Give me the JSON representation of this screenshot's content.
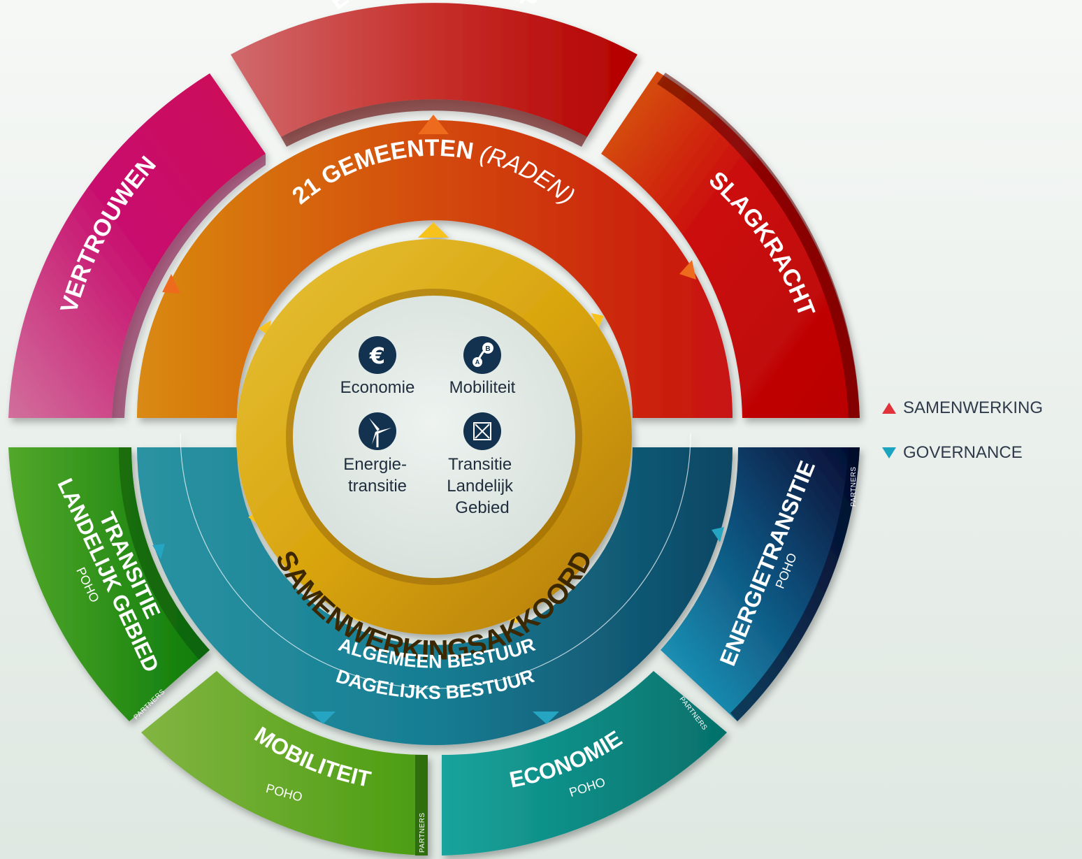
{
  "outer_ring": {
    "top": "EIGENAARSCHAP",
    "left": "VERTROUWEN",
    "right": "SLAGKRACHT"
  },
  "middle_ring": {
    "title": "21 GEMEENTEN",
    "title_suffix": "(RADEN)"
  },
  "governance_ring": {
    "line1": "ALGEMEEN BESTUUR",
    "line2": "DAGELIJKS BESTUUR"
  },
  "core_ring": {
    "title": "SAMENWERKINGSAKKOORD"
  },
  "center_topics": [
    {
      "icon": "euro-icon",
      "label": "Economie"
    },
    {
      "icon": "route-ab-icon",
      "label": "Mobiliteit"
    },
    {
      "icon": "wind-turbine-icon",
      "label_lines": [
        "Energie-",
        "transitie"
      ]
    },
    {
      "icon": "expand-arrows-icon",
      "label_lines": [
        "Transitie",
        "Landelijk",
        "Gebied"
      ]
    }
  ],
  "bottom_segments": {
    "transitie": {
      "title_lines": [
        "TRANSITIE",
        "LANDELIJK GEBIED"
      ],
      "sub": "POHO",
      "partners": "PARTNERS"
    },
    "mobiliteit": {
      "title": "MOBILITEIT",
      "sub": "POHO",
      "partners": "PARTNERS"
    },
    "economie": {
      "title": "ECONOMIE",
      "sub": "POHO",
      "partners": "PARTNERS"
    },
    "energie": {
      "title": "ENERGIETRANSITIE",
      "sub": "POHO",
      "partners": "PARTNERS"
    }
  },
  "legend": {
    "samenwerking": "SAMENWERKING",
    "governance": "GOVERNANCE"
  },
  "colors": {
    "samenwerking_marker": "#e0323a",
    "governance_marker": "#1aa4bf",
    "center_icon_bg": "#12324f"
  }
}
